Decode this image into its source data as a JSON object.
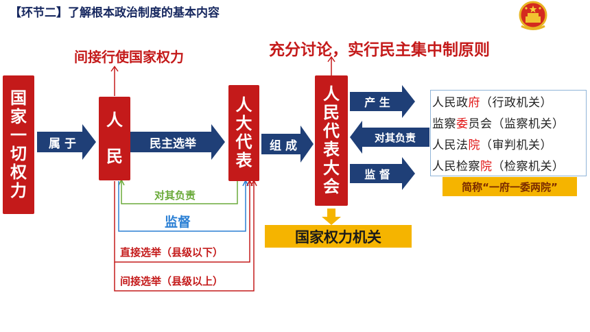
{
  "title": "【环节二】了解根本政治制度的基本内容",
  "boxes": {
    "power": [
      "国",
      "家",
      "一",
      "切",
      "权",
      "力"
    ],
    "people": [
      "人",
      "民"
    ],
    "deputies": [
      "人",
      "大",
      "代",
      "表"
    ],
    "congress": [
      "人",
      "民",
      "代",
      "表",
      "大",
      "会"
    ]
  },
  "arrows": {
    "belong": "属 于",
    "election": "民主选举",
    "compose": "组 成",
    "produce": "产 生",
    "responsible": "对其负责",
    "supervise": "监 督"
  },
  "labels": {
    "indirect_power": "间接行使国家权力",
    "principle": "充分讨论，实行民主集中制原则",
    "feedback_responsible": "对其负责",
    "feedback_supervise": "监督",
    "direct_election": "直接选举（县级以下）",
    "indirect_election": "间接选举（县级以上）",
    "state_power_organ": "国家权力机关",
    "short_name": "简称“一府一委两院”"
  },
  "organs": [
    {
      "pre": "人民政",
      "hl": "府",
      "post": "（行政机关）"
    },
    {
      "pre": "监察",
      "hl": "委",
      "post": "员会（监察机关）"
    },
    {
      "pre": "人民法",
      "hl": "院",
      "post": "（审判机关）"
    },
    {
      "pre": "人民检察",
      "hl": "院",
      "post": "（检察机关）"
    }
  ],
  "colors": {
    "red": "#c41a1a",
    "navy": "#1f3f77",
    "green": "#6aaa3a",
    "blue": "#2a7fd4",
    "yellow": "#f5b400"
  },
  "icons": [
    "national-emblem-icon"
  ]
}
